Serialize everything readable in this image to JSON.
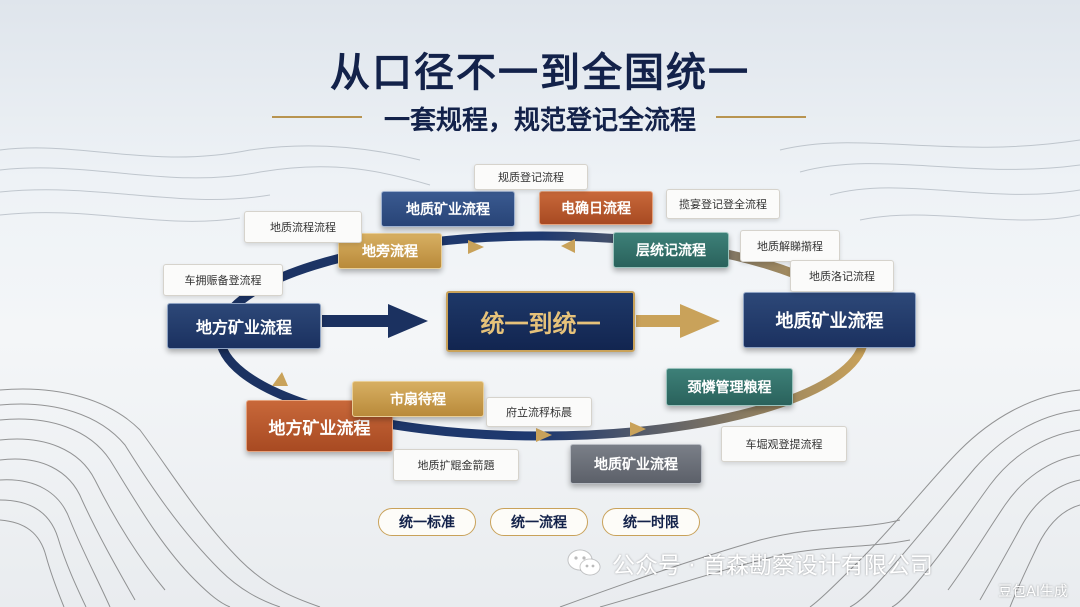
{
  "title": "从口径不一到全国统一",
  "subtitle": "一套规程，规范登记全流程",
  "center": "统一到统一",
  "boxes": {
    "left_main": "地方矿业流程",
    "right_main": "地质矿业流程",
    "top_left_gold": "地旁流程",
    "top_navy": "地质矿业流程",
    "top_rust": "电确日流程",
    "top_right_teal": "层统记流程",
    "bottom_left_rust": "地方矿业流程",
    "bottom_gold": "市扇待程",
    "bottom_teal": "颈憐管理粮程",
    "bottom_grey": "地质矿业流程"
  },
  "notes": {
    "n1": "规质登记流程",
    "n2": "地质流程流程",
    "n3": "车拥赈备登流程",
    "n4": "揽宴登记登全流程",
    "n5": "地质解睇擶程",
    "n6": "地质洛记流程",
    "n7": "府立流稃标晨",
    "n8": "地质扩尡金箭題",
    "n9": "车堀观登提流程"
  },
  "pills": [
    "统一标准",
    "统一流程",
    "统一时限"
  ],
  "watermark": "公众号 · 首森勘察设计有限公司",
  "corner_mark": "豆包AI生成",
  "colors": {
    "navy": "#1b3160",
    "gold": "#c9a25a",
    "rust": "#b2532a",
    "teal": "#2f6d66"
  }
}
